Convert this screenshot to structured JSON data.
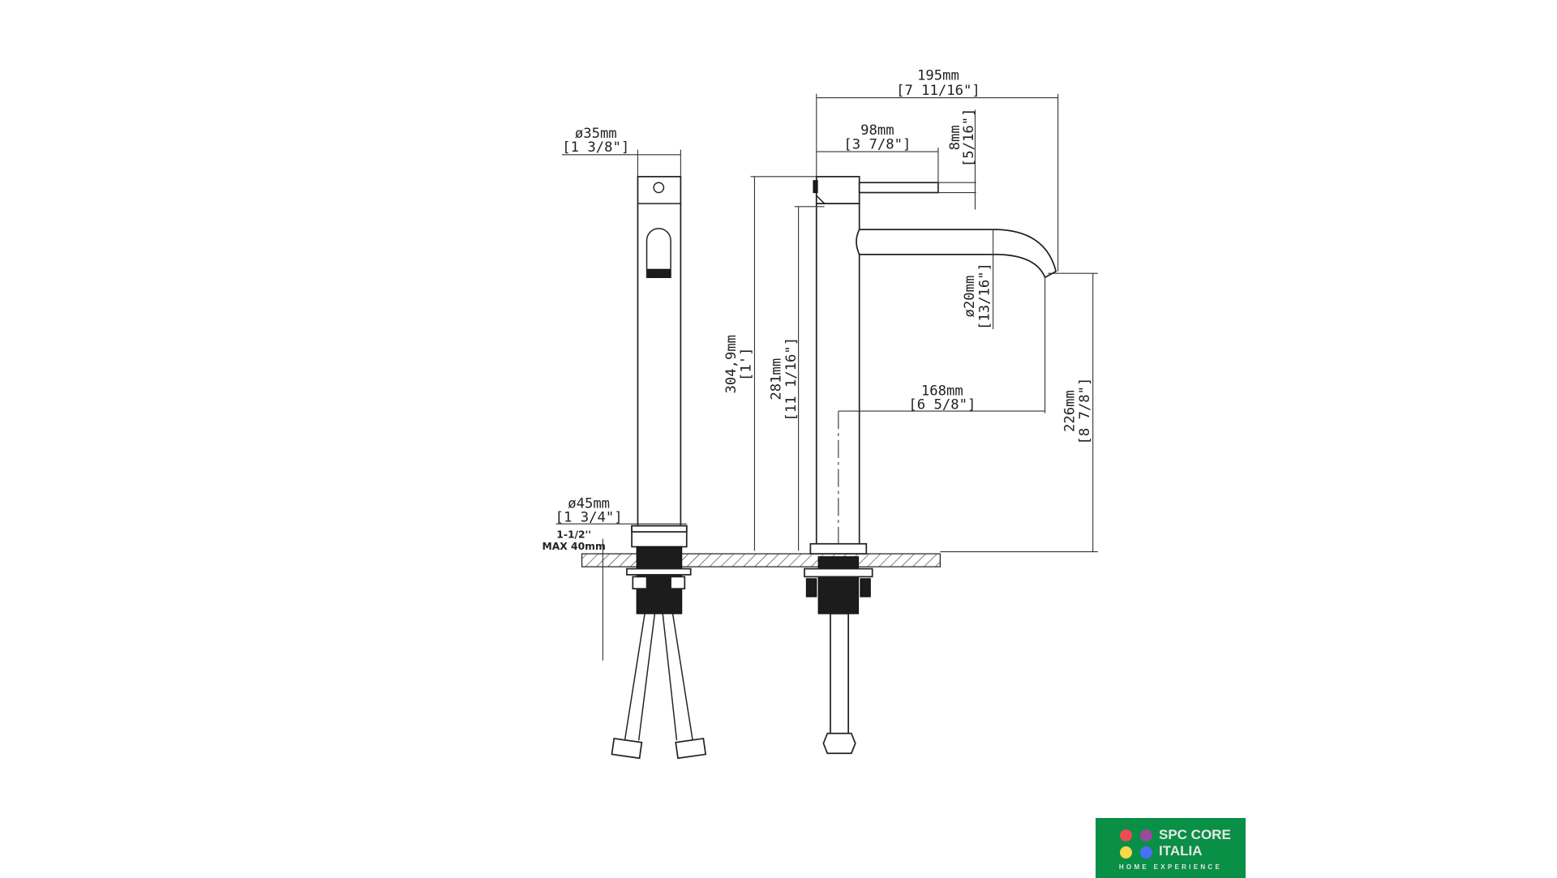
{
  "drawing": {
    "side_view": {
      "top_diameter": {
        "mm": "ø35mm",
        "inch": "[1 3/8\"]"
      },
      "base_diameter": {
        "mm": "ø45mm",
        "inch": "[1 3/4\"]"
      },
      "max_counter": {
        "inch": "1-1/2''",
        "mm": "MAX 40mm"
      }
    },
    "front_view": {
      "total_reach": {
        "mm": "195mm",
        "inch": "[7 11/16\"]"
      },
      "lever_length": {
        "mm": "98mm",
        "inch": "[3 7/8\"]"
      },
      "lever_thickness": {
        "mm": "8mm",
        "inch": "[5/16\"]"
      },
      "spout_diameter": {
        "mm": "ø20mm",
        "inch": "[13/16\"]"
      },
      "total_height": {
        "mm": "304,9mm",
        "inch": "[1']"
      },
      "body_height": {
        "mm": "281mm",
        "inch": "[11 1/16\"]"
      },
      "spout_reach": {
        "mm": "168mm",
        "inch": "[6 5/8\"]"
      },
      "outlet_height": {
        "mm": "226mm",
        "inch": "[8 7/8\"]"
      }
    }
  },
  "logo": {
    "line1": "SPC CORE",
    "line2": "ITALIA",
    "tagline": "HOME EXPERIENCE",
    "colors": {
      "background": "#0a8f46",
      "dots": [
        "#ef4b52",
        "#9b4a9b",
        "#f7d94a",
        "#4a6ff7"
      ]
    }
  }
}
